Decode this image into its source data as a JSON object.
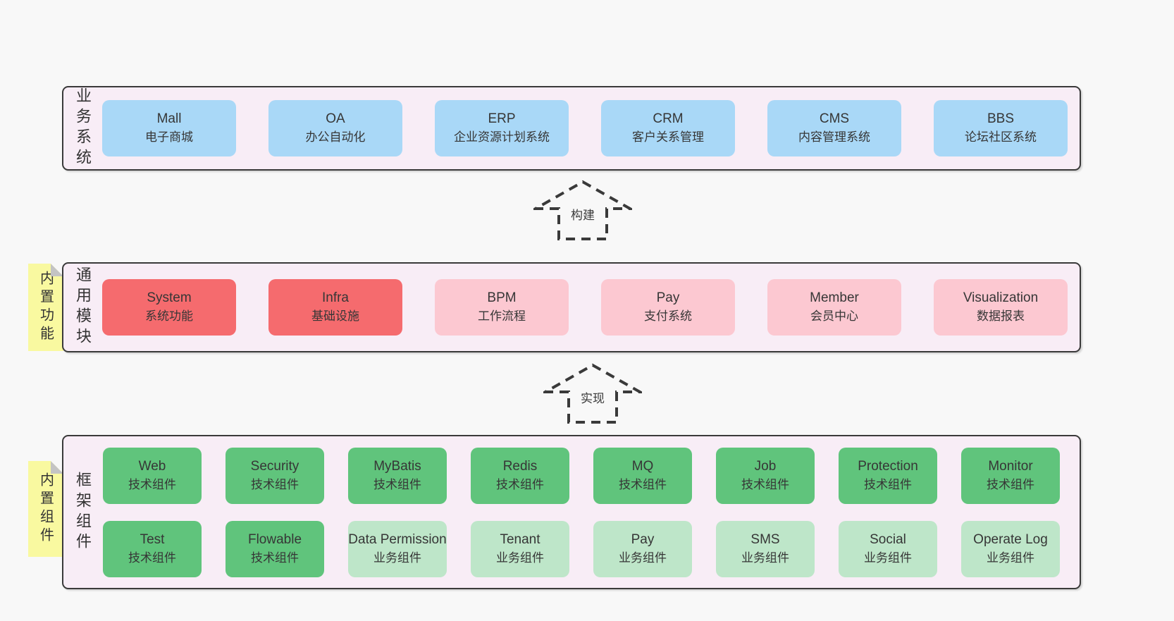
{
  "diagram": {
    "background": "#f8f8f8",
    "palette": {
      "container_bg": "#f8edf6",
      "border": "#3a3a3a",
      "blue": "#a9d8f7",
      "red": "#f56b6e",
      "pink": "#fcc8d1",
      "green": "#60c47c",
      "light_green": "#bee6c9",
      "sticky_yellow": "#f9f9a0",
      "fold_gray": "#c4c4c4",
      "text": "#363636"
    },
    "arrows": [
      {
        "label": "构建"
      },
      {
        "label": "实现"
      }
    ],
    "stickies": [
      {
        "text": "内置功能"
      },
      {
        "text": "内置组件"
      }
    ],
    "layers": [
      {
        "label": "业务系统",
        "rows": [
          {
            "boxes": [
              {
                "title": "Mall",
                "subtitle": "电子商城",
                "variant": "blue"
              },
              {
                "title": "OA",
                "subtitle": "办公自动化",
                "variant": "blue"
              },
              {
                "title": "ERP",
                "subtitle": "企业资源计划系统",
                "variant": "blue"
              },
              {
                "title": "CRM",
                "subtitle": "客户关系管理",
                "variant": "blue"
              },
              {
                "title": "CMS",
                "subtitle": "内容管理系统",
                "variant": "blue"
              },
              {
                "title": "BBS",
                "subtitle": "论坛社区系统",
                "variant": "blue"
              }
            ]
          }
        ]
      },
      {
        "label": "通用模块",
        "rows": [
          {
            "boxes": [
              {
                "title": "System",
                "subtitle": "系统功能",
                "variant": "red"
              },
              {
                "title": "Infra",
                "subtitle": "基础设施",
                "variant": "red"
              },
              {
                "title": "BPM",
                "subtitle": "工作流程",
                "variant": "pink"
              },
              {
                "title": "Pay",
                "subtitle": "支付系统",
                "variant": "pink"
              },
              {
                "title": "Member",
                "subtitle": "会员中心",
                "variant": "pink"
              },
              {
                "title": "Visualization",
                "subtitle": "数据报表",
                "variant": "pink"
              }
            ]
          }
        ]
      },
      {
        "label": "框架组件",
        "rows": [
          {
            "boxes": [
              {
                "title": "Web",
                "subtitle": "技术组件",
                "variant": "green"
              },
              {
                "title": "Security",
                "subtitle": "技术组件",
                "variant": "green"
              },
              {
                "title": "MyBatis",
                "subtitle": "技术组件",
                "variant": "green"
              },
              {
                "title": "Redis",
                "subtitle": "技术组件",
                "variant": "green"
              },
              {
                "title": "MQ",
                "subtitle": "技术组件",
                "variant": "green"
              },
              {
                "title": "Job",
                "subtitle": "技术组件",
                "variant": "green"
              },
              {
                "title": "Protection",
                "subtitle": "技术组件",
                "variant": "green"
              },
              {
                "title": "Monitor",
                "subtitle": "技术组件",
                "variant": "green"
              }
            ]
          },
          {
            "boxes": [
              {
                "title": "Test",
                "subtitle": "技术组件",
                "variant": "green"
              },
              {
                "title": "Flowable",
                "subtitle": "技术组件",
                "variant": "green"
              },
              {
                "title": "Data Permission",
                "subtitle": "业务组件",
                "variant": "lightgreen"
              },
              {
                "title": "Tenant",
                "subtitle": "业务组件",
                "variant": "lightgreen"
              },
              {
                "title": "Pay",
                "subtitle": "业务组件",
                "variant": "lightgreen"
              },
              {
                "title": "SMS",
                "subtitle": "业务组件",
                "variant": "lightgreen"
              },
              {
                "title": "Social",
                "subtitle": "业务组件",
                "variant": "lightgreen"
              },
              {
                "title": "Operate Log",
                "subtitle": "业务组件",
                "variant": "lightgreen"
              }
            ]
          }
        ]
      }
    ]
  }
}
